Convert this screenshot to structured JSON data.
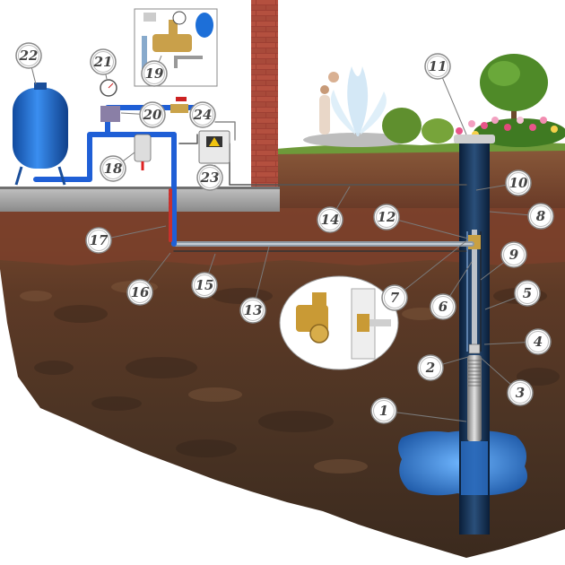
{
  "colors": {
    "soil_top": "#6b3a24",
    "soil_deep": "#4a3322",
    "water": "#2f7fd0",
    "pipe_blue": "#1f5fd6",
    "tank_blue": "#1d6fd8",
    "brick": "#a8473a",
    "slab": "#9c9c9c",
    "casing": "#0f2a4a"
  },
  "callouts": [
    {
      "id": "1",
      "label": "1"
    },
    {
      "id": "2",
      "label": "2"
    },
    {
      "id": "3",
      "label": "3"
    },
    {
      "id": "4",
      "label": "4"
    },
    {
      "id": "5",
      "label": "5"
    },
    {
      "id": "6",
      "label": "6"
    },
    {
      "id": "7",
      "label": "7"
    },
    {
      "id": "8",
      "label": "8"
    },
    {
      "id": "9",
      "label": "9"
    },
    {
      "id": "10",
      "label": "10"
    },
    {
      "id": "11",
      "label": "11"
    },
    {
      "id": "12",
      "label": "12"
    },
    {
      "id": "13",
      "label": "13"
    },
    {
      "id": "14",
      "label": "14"
    },
    {
      "id": "15",
      "label": "15"
    },
    {
      "id": "16",
      "label": "16"
    },
    {
      "id": "17",
      "label": "17"
    },
    {
      "id": "18",
      "label": "18"
    },
    {
      "id": "19",
      "label": "19"
    },
    {
      "id": "20",
      "label": "20"
    },
    {
      "id": "21",
      "label": "21"
    },
    {
      "id": "22",
      "label": "22"
    },
    {
      "id": "23",
      "label": "23"
    },
    {
      "id": "24",
      "label": "24"
    }
  ]
}
